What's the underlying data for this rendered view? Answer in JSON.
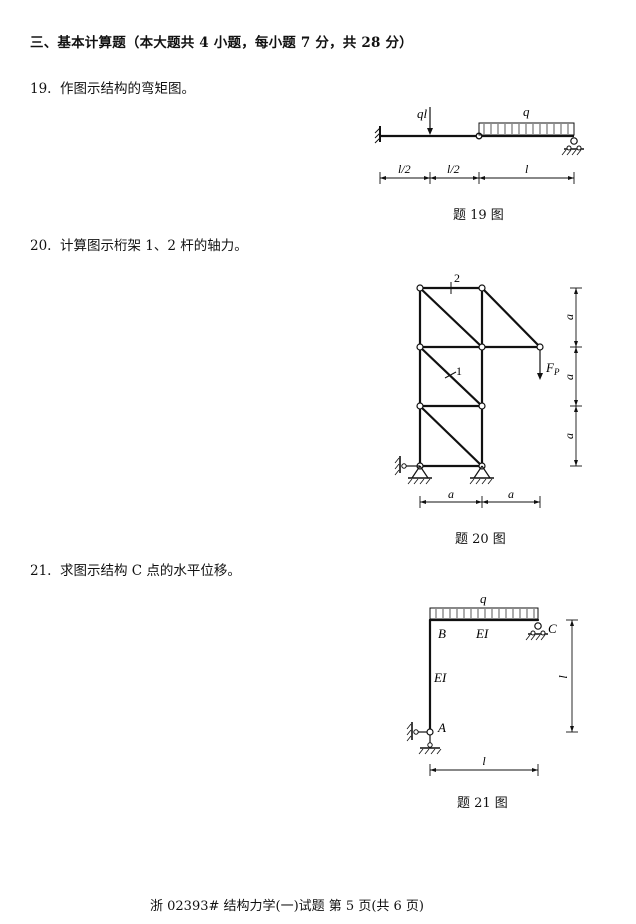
{
  "section": {
    "title": "三、基本计算题（本大题共 4 小题，每小题 7 分，共 28 分）"
  },
  "q19": {
    "number": "19.",
    "text": "作图示结构的弯矩图。",
    "caption": "题 19 图",
    "labels": {
      "point_load": "ql",
      "dist_load": "q",
      "dim_1": "l/2",
      "dim_2": "l/2",
      "dim_3": "l"
    }
  },
  "q20": {
    "number": "20.",
    "text": "计算图示桁架 1、2 杆的轴力。",
    "caption": "题 20 图",
    "labels": {
      "bar_2": "2",
      "bar_1": "1",
      "load": "F",
      "load_sub": "P",
      "dim_v1": "a",
      "dim_v2": "a",
      "dim_v3": "a",
      "dim_h1": "a",
      "dim_h2": "a"
    }
  },
  "q21": {
    "number": "21.",
    "text": "求图示结构 C 点的水平位移。",
    "caption": "题 21 图",
    "labels": {
      "dist_load": "q",
      "node_B": "B",
      "node_C": "C",
      "node_A": "A",
      "beam_EI": "EI",
      "column_EI": "EI",
      "dim_v": "l",
      "dim_h": "l"
    }
  },
  "footer": {
    "text": "浙 02393# 结构力学(一)试题 第 5 页(共 6 页)"
  }
}
